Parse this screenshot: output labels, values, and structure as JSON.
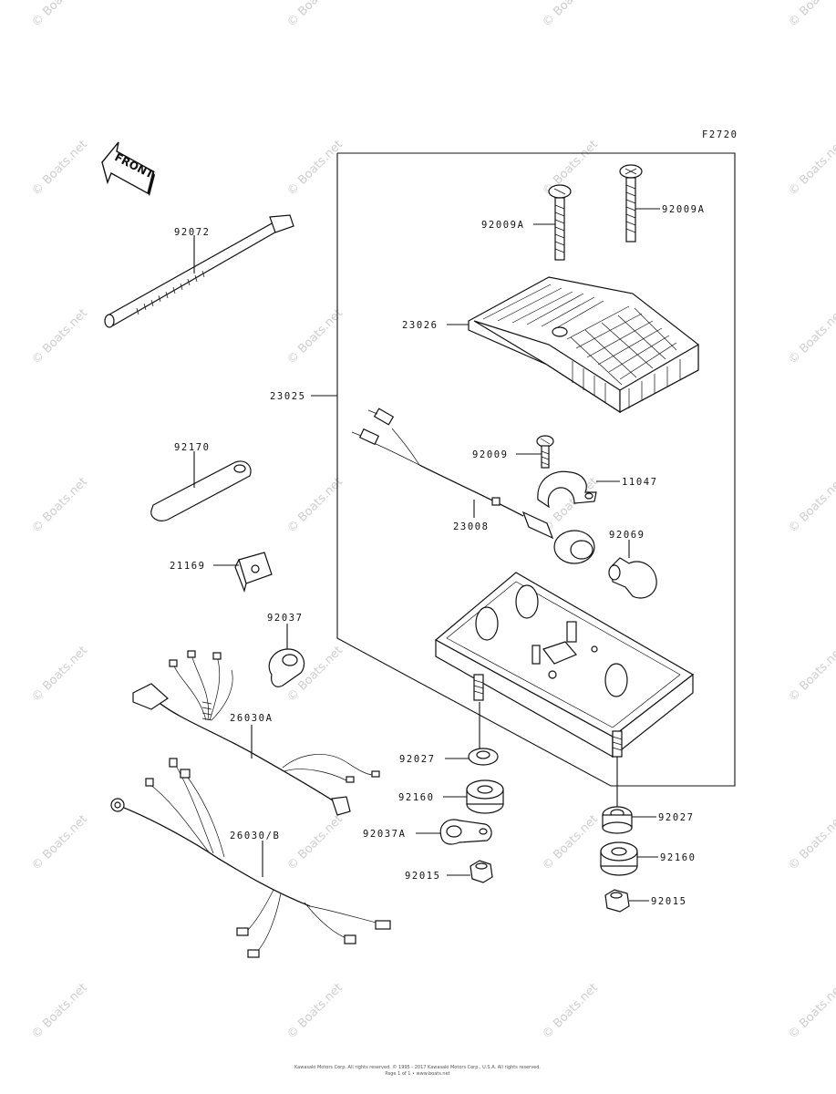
{
  "figure_code": "F2720",
  "front_label": "FRONT",
  "watermark": "© Boats.net",
  "footer": {
    "line1": "Kawasaki Motors Corp. All rights reserved. © 1995 - 2017 Kawasaki Motors Corp., U.S.A. All rights reserved.",
    "line2": "Page 1 of 1 • www.boats.net"
  },
  "labels": {
    "p92072": "92072",
    "p23025": "23025",
    "p92170": "92170",
    "p21169": "21169",
    "p92037": "92037",
    "p26030A": "26030A",
    "p26030B": "26030/B",
    "p92009A_left": "92009A",
    "p92009A_right": "92009A",
    "p23026": "23026",
    "p92009": "92009",
    "p11047": "11047",
    "p23008": "23008",
    "p92069": "92069",
    "p92027_left": "92027",
    "p92160_left": "92160",
    "p92037A": "92037A",
    "p92015_left": "92015",
    "p92027_right": "92027",
    "p92160_right": "92160",
    "p92015_right": "92015"
  }
}
